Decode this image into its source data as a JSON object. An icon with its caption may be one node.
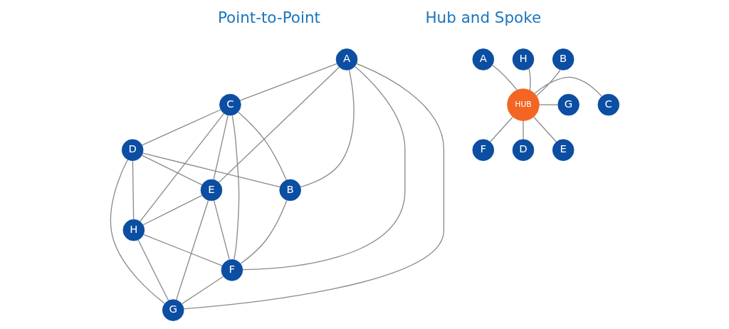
{
  "diagram": {
    "nodes": [
      {
        "text": [
          "A"
        ]
      },
      {
        "text": [
          "B"
        ]
      },
      {
        "text": [
          "C"
        ]
      },
      {
        "text": [
          "D"
        ]
      },
      {
        "text": [
          "E"
        ]
      },
      {
        "text": [
          "F"
        ]
      },
      {
        "text": [
          "G"
        ]
      },
      {
        "text": [
          "H"
        ]
      },
      {
        "text": [
          "A"
        ]
      },
      {
        "text": [
          "H"
        ]
      },
      {
        "text": [
          "B"
        ]
      },
      {
        "text": [
          "G"
        ]
      },
      {
        "text": [
          "HUB"
        ]
      },
      {
        "text": [
          "C"
        ]
      },
      {
        "text": [
          "F"
        ]
      },
      {
        "text": [
          "D"
        ]
      },
      {
        "text": [
          "E"
        ]
      }
    ],
    "edges": [
      {
        "from": 0,
        "to": 2,
        "arrow": "none"
      },
      {
        "from": 0,
        "to": 1,
        "arrow": "none"
      },
      {
        "from": 0,
        "to": 4,
        "arrow": "none"
      },
      {
        "from": 0,
        "to": 5,
        "arrow": "none"
      },
      {
        "from": 0,
        "to": 6,
        "arrow": "none"
      },
      {
        "from": 2,
        "to": 3,
        "arrow": "none"
      },
      {
        "from": 2,
        "to": 1,
        "arrow": "none"
      },
      {
        "from": 2,
        "to": 5,
        "arrow": "none"
      },
      {
        "from": 2,
        "to": 4,
        "arrow": "none"
      },
      {
        "from": 2,
        "to": 7,
        "arrow": "none"
      },
      {
        "from": 3,
        "to": 1,
        "arrow": "none"
      },
      {
        "from": 3,
        "to": 4,
        "arrow": "none"
      },
      {
        "from": 3,
        "to": 6,
        "arrow": "none"
      },
      {
        "from": 3,
        "to": 7,
        "arrow": "none"
      },
      {
        "from": 4,
        "to": 7,
        "arrow": "none"
      },
      {
        "from": 4,
        "to": 5,
        "arrow": "none"
      },
      {
        "from": 4,
        "to": 6,
        "arrow": "none"
      },
      {
        "from": 7,
        "to": 5,
        "arrow": "none"
      },
      {
        "from": 7,
        "to": 6,
        "arrow": "none"
      },
      {
        "from": 1,
        "to": 5,
        "arrow": "none"
      },
      {
        "from": 5,
        "to": 6,
        "arrow": "none"
      },
      {
        "from": 12,
        "to": 8,
        "arrow": "none"
      },
      {
        "from": 12,
        "to": 10,
        "arrow": "none"
      },
      {
        "from": 12,
        "to": 13,
        "arrow": "none"
      },
      {
        "from": 12,
        "to": 15,
        "arrow": "none"
      },
      {
        "from": 12,
        "to": 16,
        "arrow": "none"
      },
      {
        "from": 12,
        "to": 14,
        "arrow": "none"
      },
      {
        "from": 12,
        "to": 11,
        "arrow": "none"
      },
      {
        "from": 12,
        "to": 9,
        "arrow": "none"
      }
    ],
    "labels": [
      "Point-to-Point",
      "Hub and Spoke"
    ]
  }
}
